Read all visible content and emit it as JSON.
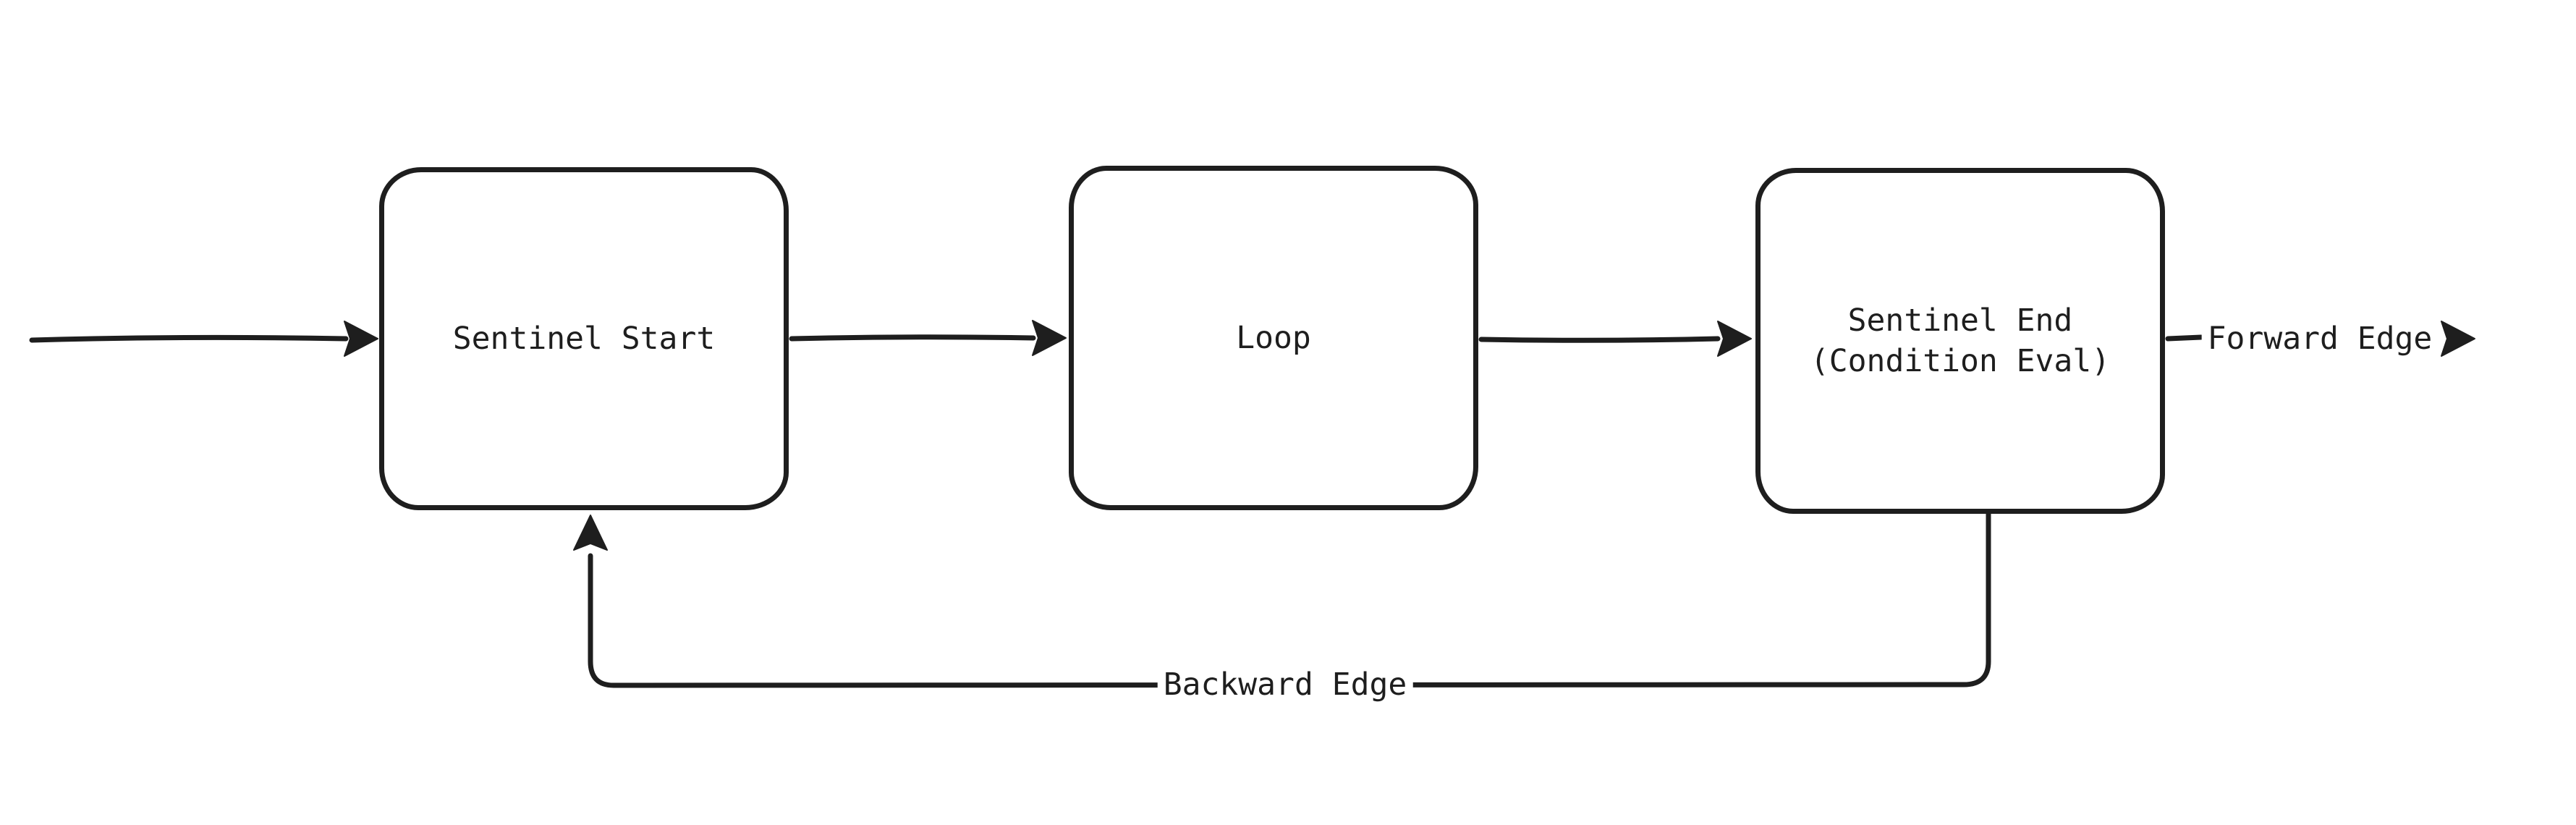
{
  "diagram": {
    "type": "flowchart",
    "background_color": "#ffffff",
    "stroke_color": "#1e1e1e",
    "nodes": [
      {
        "id": "sentinel-start",
        "label": "Sentinel Start"
      },
      {
        "id": "loop",
        "label": "Loop"
      },
      {
        "id": "sentinel-end",
        "lines": [
          "Sentinel End",
          "(Condition Eval)"
        ]
      }
    ],
    "edges": {
      "entry": {
        "from": "start",
        "to": "sentinel-start",
        "label": ""
      },
      "start_to_loop": {
        "from": "sentinel-start",
        "to": "loop",
        "label": ""
      },
      "loop_to_end": {
        "from": "loop",
        "to": "sentinel-end",
        "label": ""
      },
      "forward": {
        "from": "sentinel-end",
        "to": "exit",
        "label": "Forward Edge"
      },
      "backward": {
        "from": "sentinel-end",
        "to": "sentinel-start",
        "label": "Backward Edge"
      }
    }
  }
}
